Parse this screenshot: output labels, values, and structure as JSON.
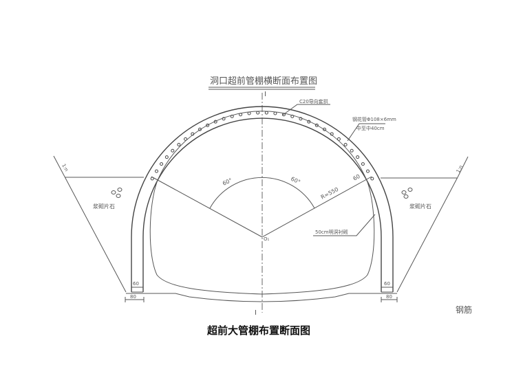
{
  "drawing": {
    "title": "洞口超前管棚横断面布置图",
    "section_mark": "I",
    "guide_arch_label": "C20导向套拱",
    "pipe_label": "钢花管Φ108×6mm",
    "pipe_spacing_label": "中至中40cm",
    "angle_left": "60°",
    "angle_right": "60°",
    "radius_label": "R=550",
    "ring_thickness_label": "60",
    "center_label": "O₁",
    "lining_label": "50cm明洞衬砌",
    "masonry_left": "浆砌片石",
    "masonry_right": "浆砌片石",
    "slope_left": "1:n",
    "slope_right": "1:n",
    "wall_dim_inner_left": "60",
    "wall_dim_outer_left": "80",
    "wall_dim_inner_right": "60",
    "wall_dim_outer_right": "80",
    "cutoff_text": "钢筋"
  },
  "caption": "超前大管棚布置断面图"
}
